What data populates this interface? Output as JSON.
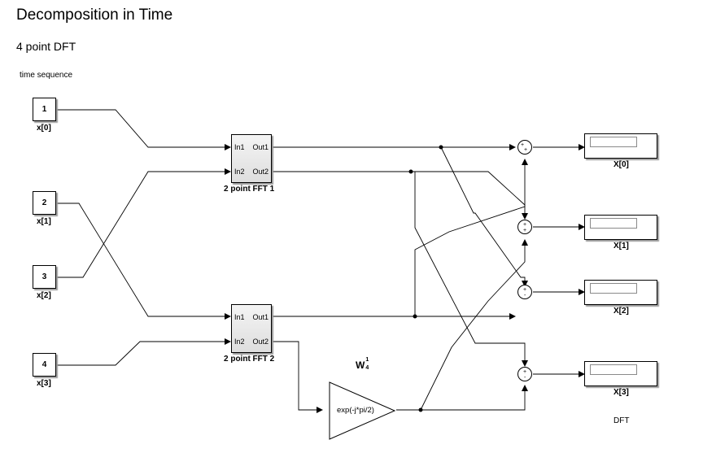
{
  "title": "Decomposition in Time",
  "subtitle": "4 point DFT",
  "section_label": "time sequence",
  "inputs": [
    {
      "value": "1",
      "label": "x[0]"
    },
    {
      "value": "2",
      "label": "x[1]"
    },
    {
      "value": "3",
      "label": "x[2]"
    },
    {
      "value": "4",
      "label": "x[3]"
    }
  ],
  "fft_blocks": [
    {
      "in1": "In1",
      "out1": "Out1",
      "in2": "In2",
      "out2": "Out2",
      "label": "2 point FFT 1"
    },
    {
      "in1": "In1",
      "out1": "Out1",
      "in2": "In2",
      "out2": "Out2",
      "label": "2 point FFT 2"
    }
  ],
  "twiddle": {
    "base": "W",
    "sup": "1",
    "sub": "4"
  },
  "gain": {
    "expr": "exp(-j*pi/2)"
  },
  "sums": [
    {
      "top": "+",
      "bottom": "+"
    },
    {
      "top": "+",
      "bottom": "+"
    },
    {
      "top": "+",
      "bottom": "-"
    },
    {
      "top": "+",
      "bottom": "-"
    }
  ],
  "outputs": [
    {
      "label": "X[0]"
    },
    {
      "label": "X[1]"
    },
    {
      "label": "X[2]"
    },
    {
      "label": "X[3]"
    }
  ],
  "output_group_label": "DFT"
}
